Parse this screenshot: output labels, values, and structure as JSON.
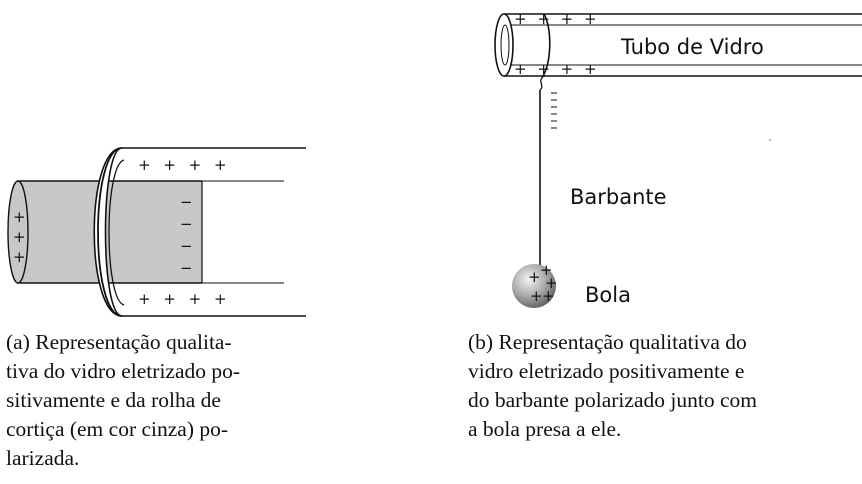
{
  "figure_a": {
    "caption_lines": [
      "(a) Representação qualita-",
      "tiva do vidro eletrizado po-",
      "sitivamente e da rolha de",
      "cortiça (em cor cinza) po-",
      "larizada."
    ],
    "glass_top_charges": "+ + + +",
    "glass_bottom_charges": "+ + + +",
    "cork_right_charges": [
      "−",
      "−",
      "−",
      "−"
    ],
    "cork_left_charges": [
      "+",
      "+",
      "+"
    ],
    "colors": {
      "cork": "#c8c8c8",
      "stroke": "#111111"
    }
  },
  "figure_b": {
    "tube_label": "Tubo de Vidro",
    "string_label": "Barbante",
    "ball_label": "Bola",
    "tube_top_charges": "+ + + +",
    "tube_bottom_charges": "+ + + +",
    "ball_charges": [
      "+",
      "+",
      "+",
      "+",
      "+"
    ],
    "caption_lines": [
      "(b) Representação qualitativa do",
      "vidro eletrizado positivamente e",
      "do barbante polarizado junto com",
      "a bola presa a ele."
    ]
  }
}
